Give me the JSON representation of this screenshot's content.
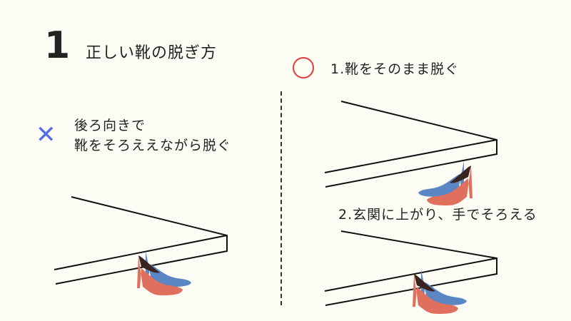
{
  "heading": {
    "number": "1",
    "title": "正しい靴の脱ぎ方"
  },
  "correct": {
    "mark": "○",
    "step1": "1.靴をそのまま脱ぐ",
    "step2": "2.玄関に上がり、手でそろえる"
  },
  "wrong": {
    "mark": "✕",
    "line1": "後ろ向きで",
    "line2": "靴をそろええながら脱ぐ"
  },
  "colors": {
    "correct_mark": "#e23b3b",
    "wrong_mark": "#4f6ee8",
    "shoe_front": "#e0705e",
    "shoe_back": "#5b86c4",
    "shoe_inner": "#3a2420"
  }
}
